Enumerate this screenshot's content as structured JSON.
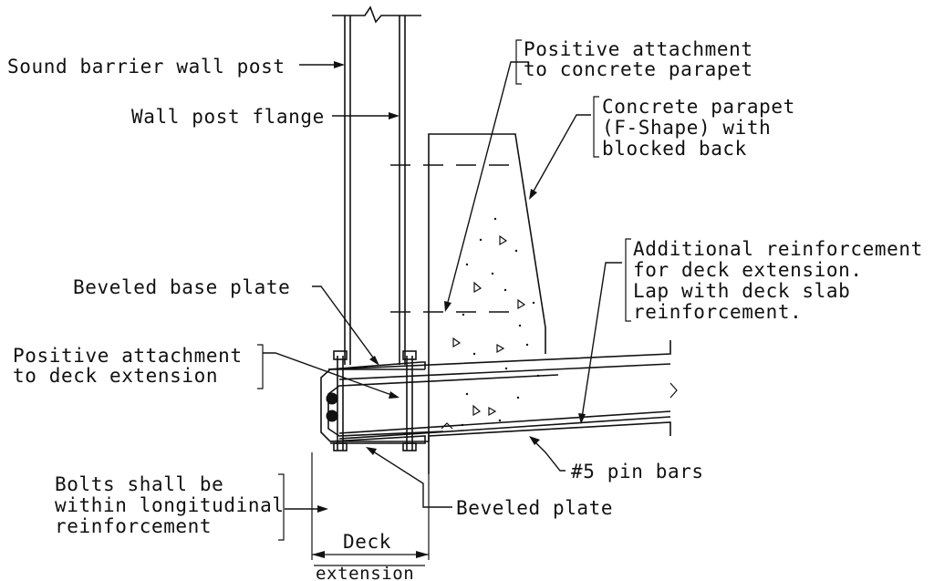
{
  "labels": {
    "sound_barrier_wall_post": "Sound barrier wall post",
    "wall_post_flange": "Wall post flange",
    "positive_attachment_parapet": [
      "Positive attachment",
      "to concrete parapet"
    ],
    "concrete_parapet": [
      "Concrete parapet",
      "(F-Shape) with",
      "blocked back"
    ],
    "additional_reinforcement": [
      "Additional reinforcement",
      "for deck extension.",
      "Lap with deck slab",
      "reinforcement."
    ],
    "beveled_base_plate": "Beveled base plate",
    "positive_attachment_deck": [
      "Positive attachment",
      "to deck extension"
    ],
    "bolts_note": [
      "Bolts shall be",
      "within longitudinal",
      "reinforcement"
    ],
    "beveled_plate": "Beveled plate",
    "pin_bars": "#5 pin bars",
    "deck_extension": [
      "Deck",
      "extension"
    ]
  }
}
